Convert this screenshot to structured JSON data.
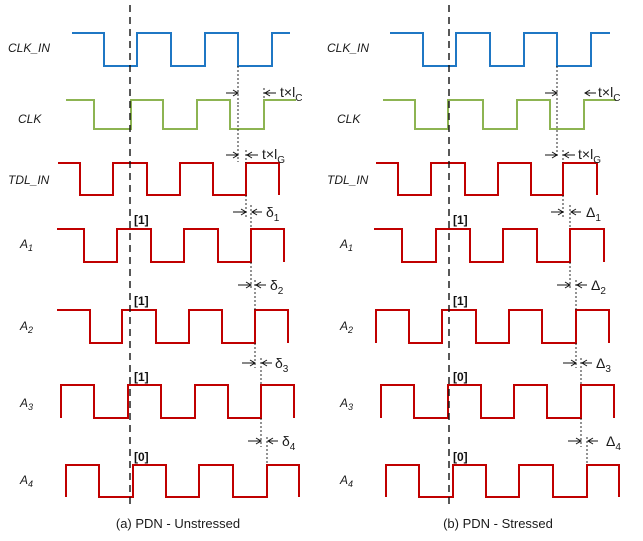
{
  "colors": {
    "clk_in": "#1f77c4",
    "clk": "#8db452",
    "tdl": "#c00000"
  },
  "signals": [
    {
      "id": "clk_in",
      "prefix": "CLK_IN",
      "sub": "",
      "color_key": "clk_in"
    },
    {
      "id": "clk",
      "prefix": "CLK",
      "sub": "",
      "color_key": "clk"
    },
    {
      "id": "tdl_in",
      "prefix": "TDL_IN",
      "sub": "",
      "color_key": "tdl"
    },
    {
      "id": "a1",
      "prefix": "A",
      "sub": "1",
      "color_key": "tdl"
    },
    {
      "id": "a2",
      "prefix": "A",
      "sub": "2",
      "color_key": "tdl"
    },
    {
      "id": "a3",
      "prefix": "A",
      "sub": "3",
      "color_key": "tdl"
    },
    {
      "id": "a4",
      "prefix": "A",
      "sub": "4",
      "color_key": "tdl"
    }
  ],
  "panels": [
    {
      "id": "a",
      "caption": "(a) PDN - Unstressed",
      "sample_values": [
        "[1]",
        "[1]",
        "[1]",
        "[0]"
      ],
      "ann_clk": {
        "prefix": "t×l",
        "sub": "C"
      },
      "ann_tdl": {
        "prefix": "t×l",
        "sub": "G"
      },
      "delays": [
        {
          "sym": "δ",
          "sub": "1"
        },
        {
          "sym": "δ",
          "sub": "2"
        },
        {
          "sym": "δ",
          "sub": "3"
        },
        {
          "sym": "δ",
          "sub": "4"
        }
      ]
    },
    {
      "id": "b",
      "caption": "(b) PDN - Stressed",
      "sample_values": [
        "[1]",
        "[1]",
        "[0]",
        "[0]"
      ],
      "ann_clk": {
        "prefix": "t×l",
        "sub": "C"
      },
      "ann_tdl": {
        "prefix": "t×l",
        "sub": "G"
      },
      "delays": [
        {
          "sym": "Δ",
          "sub": "1"
        },
        {
          "sym": "Δ",
          "sub": "2"
        },
        {
          "sym": "Δ",
          "sub": "3"
        },
        {
          "sym": "Δ",
          "sub": "4"
        }
      ]
    }
  ]
}
